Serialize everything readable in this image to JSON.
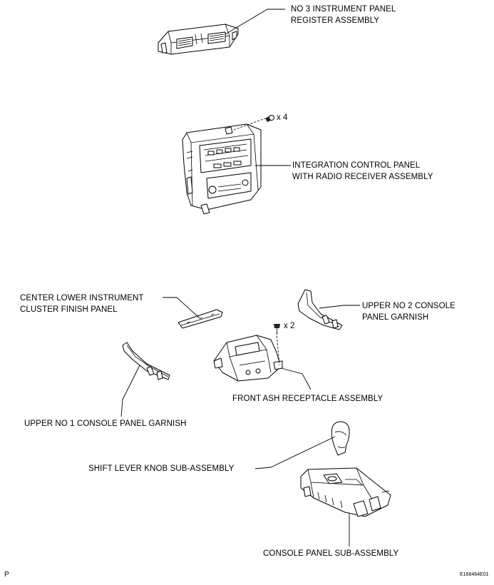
{
  "labels": {
    "no3_register": [
      "NO  3 INSTRUMENT PANEL",
      "REGISTER ASSEMBLY"
    ],
    "integration_panel": [
      "INTEGRATION CONTROL PANEL",
      "WITH RADIO RECEIVER ASSEMBLY"
    ],
    "center_lower_panel": [
      "CENTER LOWER INSTRUMENT",
      "CLUSTER FINISH PANEL"
    ],
    "upper_no2_garnish": [
      "UPPER NO  2 CONSOLE",
      "PANEL GARNISH"
    ],
    "front_ash_receptacle": "FRONT ASH RECEPTACLE ASSEMBLY",
    "upper_no1_garnish": "UPPER NO  1 CONSOLE PANEL GARNISH",
    "shift_lever_knob": "SHIFT LEVER KNOB SUB-ASSEMBLY",
    "console_panel": "CONSOLE PANEL SUB-ASSEMBLY"
  },
  "quantities": {
    "screws_integration": "x 4",
    "screws_ash_receptacle": "x 2"
  },
  "footer": {
    "left_code": "P",
    "figure_id": "E166464E01"
  }
}
